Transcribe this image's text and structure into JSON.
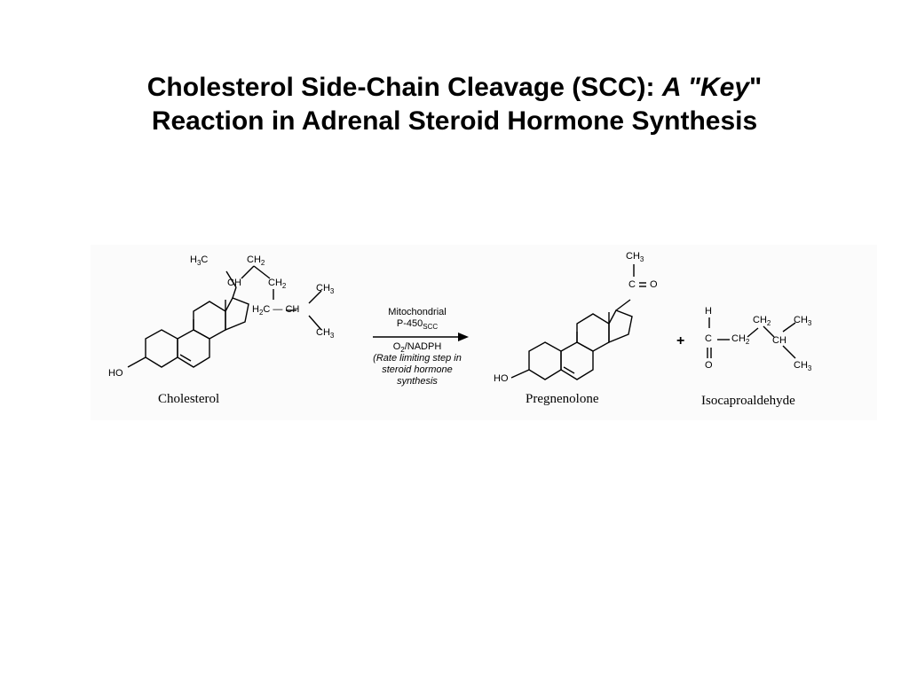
{
  "title": {
    "line1_pre": "Cholesterol Side-Chain Cleavage (SCC): ",
    "line1_em": "A \"Key",
    "line1_post": "\"",
    "line2": "Reaction in Adrenal Steroid Hormone Synthesis"
  },
  "reaction": {
    "reactant": {
      "name": "Cholesterol",
      "labels": {
        "ho": "HO",
        "h3c": "H",
        "ch2_top": "CH",
        "ch": "CH",
        "ch2_mid": "CH",
        "h2c_ch": "H",
        "ch3_upper": "CH",
        "ch3_lower": "CH"
      }
    },
    "conditions": {
      "line1": "Mitochondrial",
      "line2": "P-450",
      "line2_sub": "SCC",
      "line3_pre": "O",
      "line3_sub": "2",
      "line3_post": "/NADPH",
      "line4": "(Rate limiting step in",
      "line5": "steroid hormone",
      "line6": "synthesis"
    },
    "product1": {
      "name": "Pregnenolone",
      "labels": {
        "ho": "HO",
        "ch3": "CH",
        "c_o": "C",
        "o": "O"
      }
    },
    "plus": "+",
    "product2": {
      "name": "Isocaproaldehyde",
      "labels": {
        "h": "H",
        "c": "C",
        "o": "O",
        "ch2_chain": "C",
        "ch2_top": "CH",
        "ch3_top": "CH",
        "ch": "CH",
        "ch3_bottom": "CH"
      }
    }
  },
  "sub": {
    "two": "2",
    "three": "3"
  }
}
